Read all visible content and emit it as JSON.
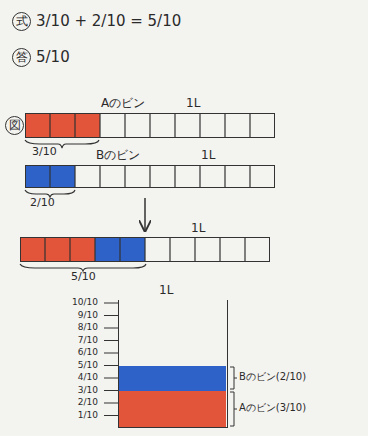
{
  "diagram": {
    "nodes": [
      {
        "text": [
          "Aのビン",
          "1L"
        ]
      },
      {
        "text": [
          "Bのビン",
          "1L"
        ]
      },
      {
        "text": [
          "1L"
        ]
      },
      {
        "text": [
          "1L"
        ]
      },
      {
        "text": [
          "Bのビン(2/10)"
        ],
        "in": 3
      },
      {
        "text": [
          "Aのビン(3/10)"
        ],
        "in": 3
      }
    ],
    "edges": [
      {
        "from": 1,
        "to": 2,
        "arrow": "to"
      }
    ],
    "labels": [
      "式",
      "3/10 + 2/10 = 5/10",
      "答",
      "5/10",
      "図",
      "3/10",
      "2/10",
      "5/10",
      "10/10",
      "9/10",
      "8/10",
      "7/10",
      "6/10",
      "5/10",
      "4/10",
      "3/10",
      "2/10",
      "1/10"
    ]
  }
}
